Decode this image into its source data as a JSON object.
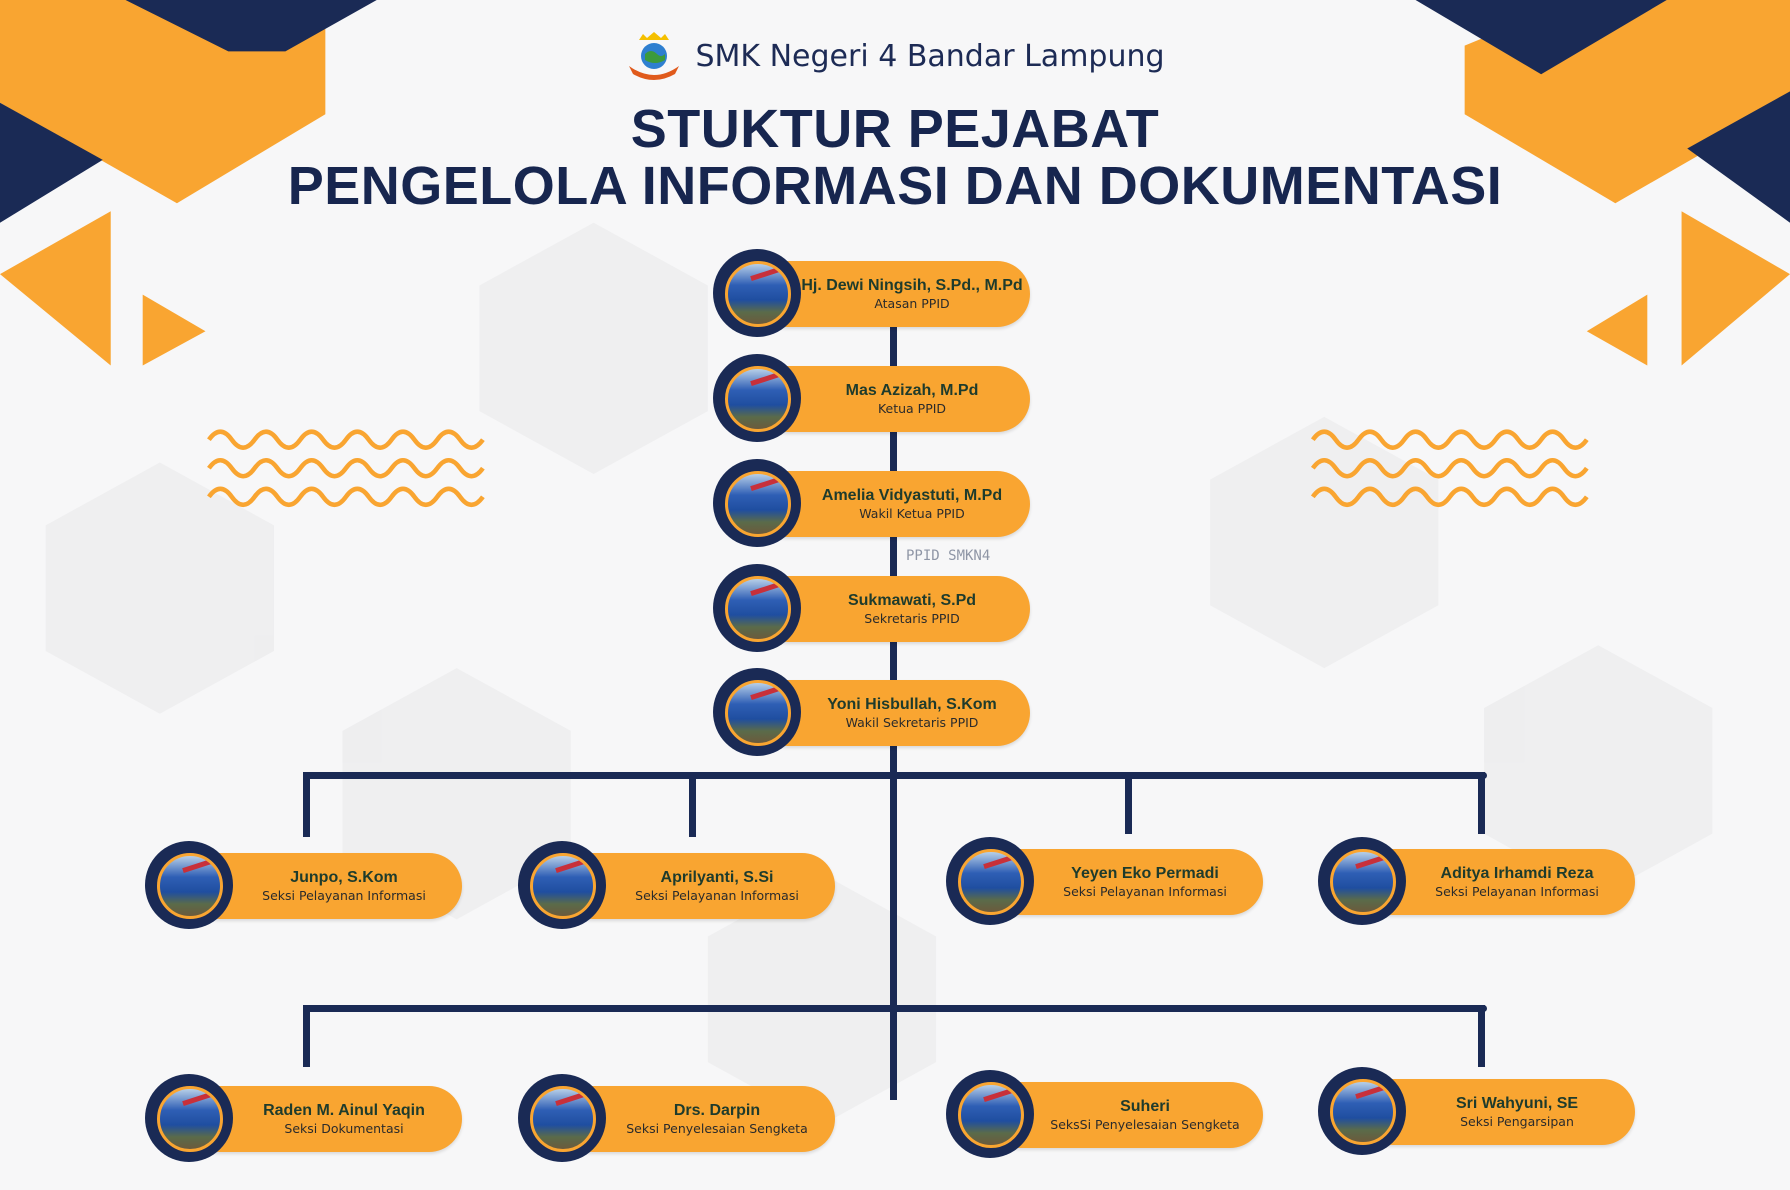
{
  "header": {
    "school_name": "SMK Negeri 4 Bandar Lampung",
    "title_line1": "STUKTUR PEJABAT",
    "title_line2": "PENGELOLA INFORMASI DAN DOKUMENTASI"
  },
  "watermark": "PPID SMKN4",
  "colors": {
    "navy": "#1a2a55",
    "orange": "#f9a531"
  },
  "leadership": [
    {
      "name": "Hj. Dewi Ningsih, S.Pd., M.Pd",
      "role": "Atasan PPID"
    },
    {
      "name": "Mas Azizah, M.Pd",
      "role": "Ketua PPID"
    },
    {
      "name": "Amelia Vidyastuti, M.Pd",
      "role": "Wakil Ketua PPID"
    },
    {
      "name": "Sukmawati, S.Pd",
      "role": "Sekretaris PPID"
    },
    {
      "name": "Yoni Hisbullah, S.Kom",
      "role": "Wakil Sekretaris PPID"
    }
  ],
  "row1": [
    {
      "name": "Junpo, S.Kom",
      "role": "Seksi Pelayanan Informasi"
    },
    {
      "name": "Aprilyanti, S.Si",
      "role": "Seksi Pelayanan Informasi"
    },
    {
      "name": "Yeyen Eko Permadi",
      "role": "Seksi Pelayanan Informasi"
    },
    {
      "name": "Aditya Irhamdi Reza",
      "role": "Seksi Pelayanan Informasi"
    }
  ],
  "row2": [
    {
      "name": "Raden M. Ainul Yaqin",
      "role": "Seksi Dokumentasi"
    },
    {
      "name": "Drs. Darpin",
      "role": "Seksi Penyelesaian Sengketa"
    },
    {
      "name": "Suheri",
      "role": "SeksSi Penyelesaian Sengketa"
    },
    {
      "name": "Sri Wahyuni, SE",
      "role": "Seksi Pengarsipan"
    }
  ]
}
